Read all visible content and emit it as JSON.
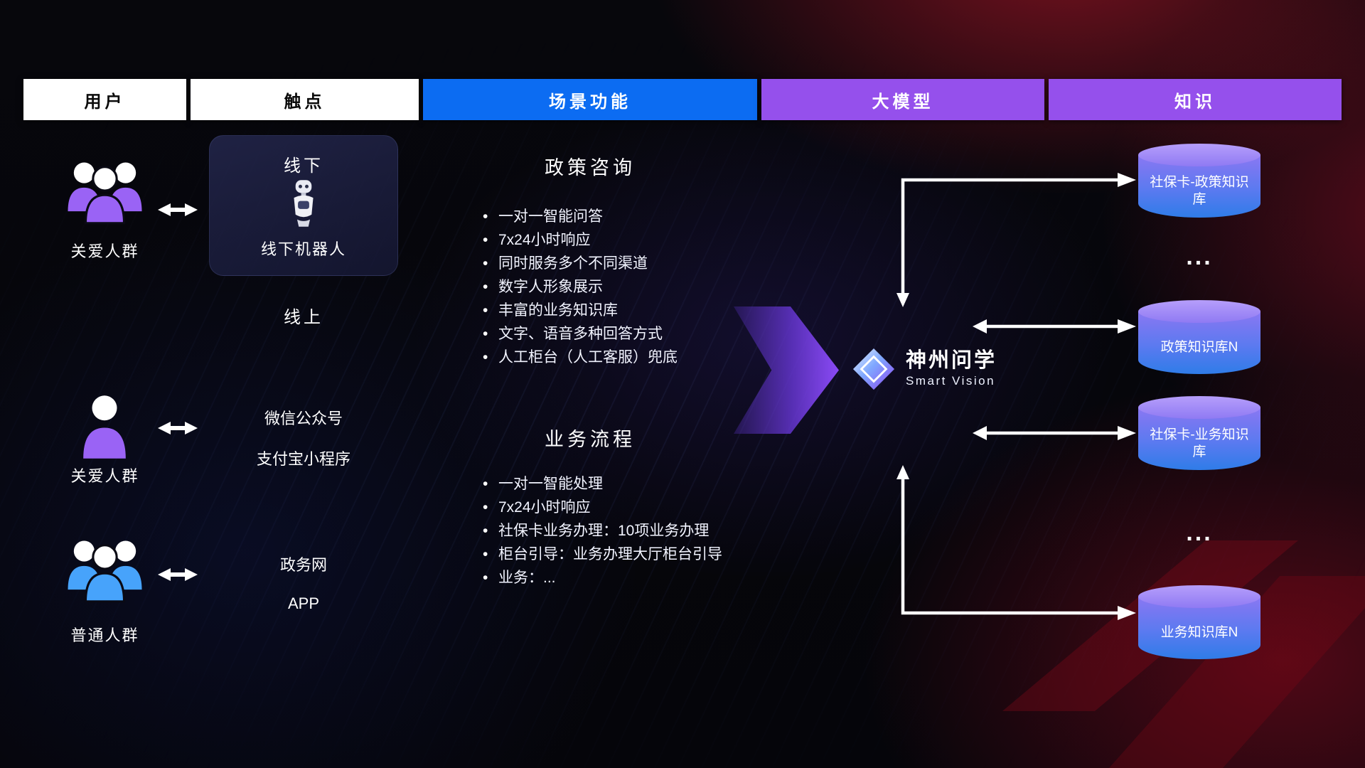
{
  "headers": [
    {
      "label": "用户"
    },
    {
      "label": "触点"
    },
    {
      "label": "场景功能"
    },
    {
      "label": "大模型"
    },
    {
      "label": "知识"
    }
  ],
  "users": [
    {
      "label": "关爱人群",
      "icon": "group-people-icon",
      "color": "purple"
    },
    {
      "label": "关爱人群",
      "icon": "person-icon",
      "color": "purple"
    },
    {
      "label": "普通人群",
      "icon": "group-people-icon",
      "color": "blue"
    }
  ],
  "touchpoints": {
    "offline_title": "线下",
    "robot_label": "线下机器人",
    "online_title": "线上",
    "channels": [
      "微信公众号",
      "支付宝小程序",
      "政务网",
      "APP"
    ]
  },
  "scenarios": [
    {
      "title": "政策咨询",
      "items": [
        "一对一智能问答",
        "7x24小时响应",
        "同时服务多个不同渠道",
        "数字人形象展示",
        "丰富的业务知识库",
        "文字、语音多种回答方式",
        "人工柜台（人工客服）兜底"
      ]
    },
    {
      "title": "业务流程",
      "items": [
        "一对一智能处理",
        "7x24小时响应",
        "社保卡业务办理：10项业务办理",
        "柜台引导：业务办理大厅柜台引导",
        "业务：..."
      ]
    }
  ],
  "model": {
    "name": "神州问学",
    "subtitle": "Smart Vision"
  },
  "knowledge": {
    "items": [
      {
        "label": "社保卡-政策知识库"
      },
      {
        "label": "..."
      },
      {
        "label": "政策知识库N"
      },
      {
        "label": "社保卡-业务知识库"
      },
      {
        "label": "..."
      },
      {
        "label": "业务知识库N"
      }
    ]
  },
  "colors": {
    "header_blue": "#0c6cf2",
    "header_purple": "#9550ec",
    "people_purple": "#9a63f5",
    "people_blue": "#47a3fb",
    "cylinder_top": "#b69efb",
    "cylinder_bottom": "#2f7ce8",
    "flow_arrow": "#8a4af5"
  }
}
